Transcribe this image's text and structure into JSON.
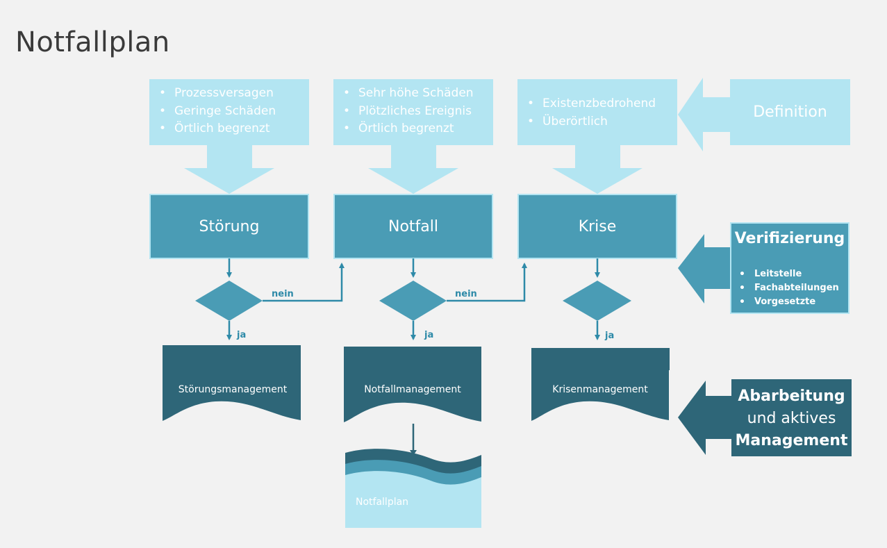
{
  "title": "Notfallplan",
  "colors": {
    "background": "#f2f2f2",
    "light": "#b3e5f2",
    "medium": "#4a9cb5",
    "dark": "#2e6678",
    "edge": "#2e8aa8",
    "white": "#ffffff"
  },
  "definitions": [
    {
      "items": [
        "Prozessversagen",
        "Geringe Schäden",
        "Örtlich begrenzt"
      ]
    },
    {
      "items": [
        "Sehr höhe Schäden",
        "Plötzliches Ereignis",
        "Örtlich begrenzt"
      ]
    },
    {
      "items": [
        "Existenzbedrohend",
        "Überörtlich"
      ]
    }
  ],
  "states": [
    "Störung",
    "Notfall",
    "Krise"
  ],
  "decision_labels": {
    "no": "nein",
    "yes": "ja"
  },
  "management": [
    "Störungsmanagement",
    "Notfallmanagement",
    "Krisenmanagement"
  ],
  "plan_document": "Notfallplan",
  "side_panels": {
    "definition": {
      "title": "Definition"
    },
    "verification": {
      "title": "Verifizierung",
      "items": [
        "Leitstelle",
        "Fachabteilungen",
        "Vorgesetzte"
      ]
    },
    "processing": {
      "line1": "Abarbeitung",
      "line2": "und aktives",
      "line3": "Management"
    }
  }
}
